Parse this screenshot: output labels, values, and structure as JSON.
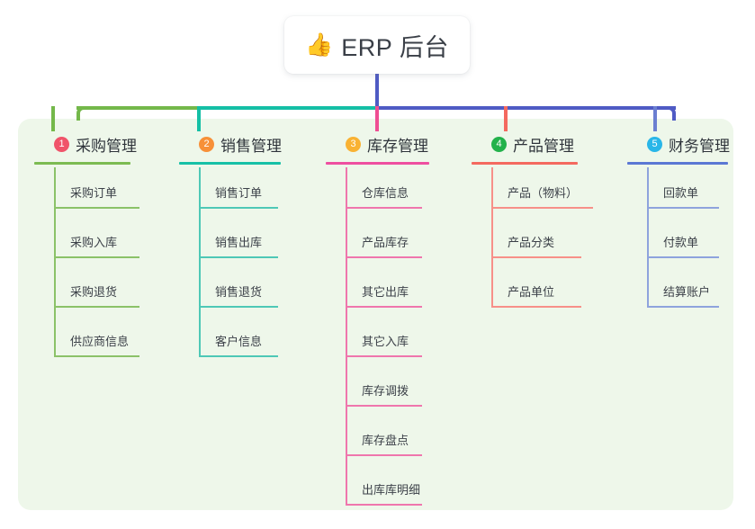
{
  "root": {
    "icon": "thumbs-up-icon",
    "emoji": "👍",
    "title": "ERP 后台"
  },
  "palette": {
    "panel_bg": "#eef7ea",
    "page_bg": "#ffffff",
    "trunk_green": "#74b84a",
    "trunk_teal": "#14bfa5",
    "trunk_indigo": "#4f5bc4",
    "drop_pink": "#ef4e93",
    "drop_red": "#f4695f",
    "drop_blue": "#6b7fd1"
  },
  "columns": [
    {
      "index": "1",
      "title": "采购管理",
      "badge_color": "#f0546a",
      "rule_color": "#7cbb52",
      "line_color": "#8bc268",
      "items": [
        {
          "label": "采购订单"
        },
        {
          "label": "采购入库"
        },
        {
          "label": "采购退货"
        },
        {
          "label": "供应商信息"
        }
      ]
    },
    {
      "index": "2",
      "title": "销售管理",
      "badge_color": "#f79038",
      "rule_color": "#17c0a7",
      "line_color": "#4ec8b6",
      "items": [
        {
          "label": "销售订单"
        },
        {
          "label": "销售出库"
        },
        {
          "label": "销售退货"
        },
        {
          "label": "客户信息"
        }
      ]
    },
    {
      "index": "3",
      "title": "库存管理",
      "badge_color": "#f9b233",
      "rule_color": "#ee4fa0",
      "line_color": "#ef76ad",
      "items": [
        {
          "label": "仓库信息"
        },
        {
          "label": "产品库存"
        },
        {
          "label": "其它出库"
        },
        {
          "label": "其它入库"
        },
        {
          "label": "库存调拨"
        },
        {
          "label": "库存盘点"
        },
        {
          "label": "出库库明细"
        }
      ]
    },
    {
      "index": "4",
      "title": "产品管理",
      "badge_color": "#23b24b",
      "rule_color": "#f4695f",
      "line_color": "#f79089",
      "items": [
        {
          "label": "产品（物料）"
        },
        {
          "label": "产品分类"
        },
        {
          "label": "产品单位"
        }
      ]
    },
    {
      "index": "5",
      "title": "财务管理",
      "badge_color": "#29b6e8",
      "rule_color": "#5b78d4",
      "line_color": "#8ea3dd",
      "items": [
        {
          "label": "回款单"
        },
        {
          "label": "付款单"
        },
        {
          "label": "结算账户"
        }
      ]
    }
  ]
}
